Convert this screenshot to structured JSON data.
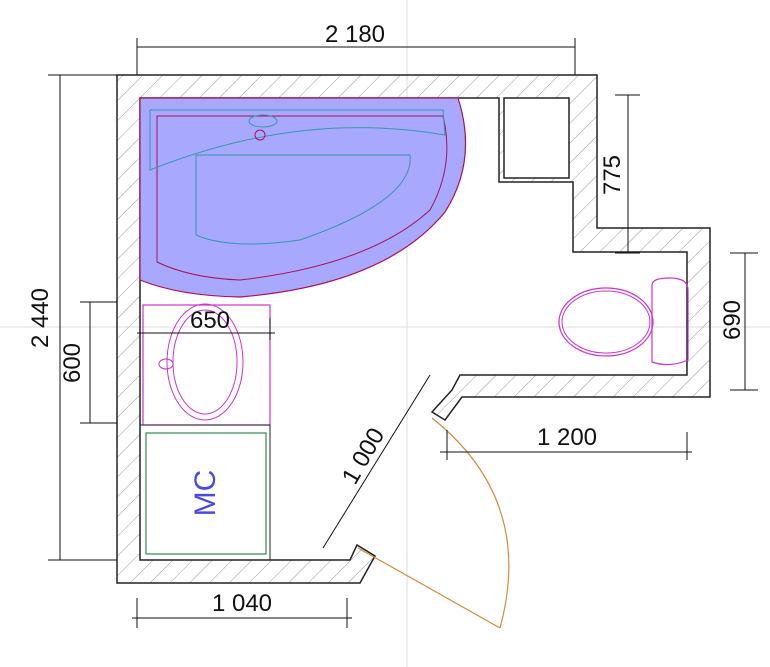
{
  "colors": {
    "wall": "#222222",
    "bathtub": "#a8a8ff",
    "fixture": "#cc33cc",
    "tub_outline": "#aa1155",
    "inner": "#3399aa",
    "door": "#d08a40",
    "machine": "#338855",
    "label": "#4a4ae0",
    "grid": "#dddddd"
  },
  "dimensions": {
    "top_width": "2 180",
    "left_height": "2 440",
    "cabinet_height": "600",
    "cabinet_width": "650",
    "niche_height": "775",
    "toilet_zone": "690",
    "corridor_width": "1 200",
    "bottom_width": "1 040",
    "diagonal": "1 000"
  },
  "labels": {
    "washing_machine": "МС"
  }
}
